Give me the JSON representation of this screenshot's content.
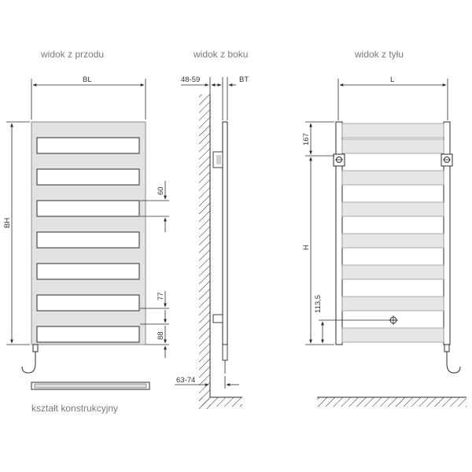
{
  "views": {
    "front": "widok z przodu",
    "side": "widok z boku",
    "back": "widok z tyłu",
    "section": "kształt konstrukcyjny"
  },
  "dimensions": {
    "bl": "BL",
    "bh": "BH",
    "front_gap": "60",
    "front_bar_spacing": "77",
    "front_bottom_offset": "88",
    "side_wall_distance": "48-59",
    "side_depth": "BT",
    "side_bottom": "63-74",
    "back_width": "L",
    "back_top": "167",
    "back_height": "H",
    "back_connection": "113,5"
  },
  "colors": {
    "line": "#2b2b2b",
    "panel_fill": "#e2e2e2",
    "view_label": "#7a7a7a"
  }
}
